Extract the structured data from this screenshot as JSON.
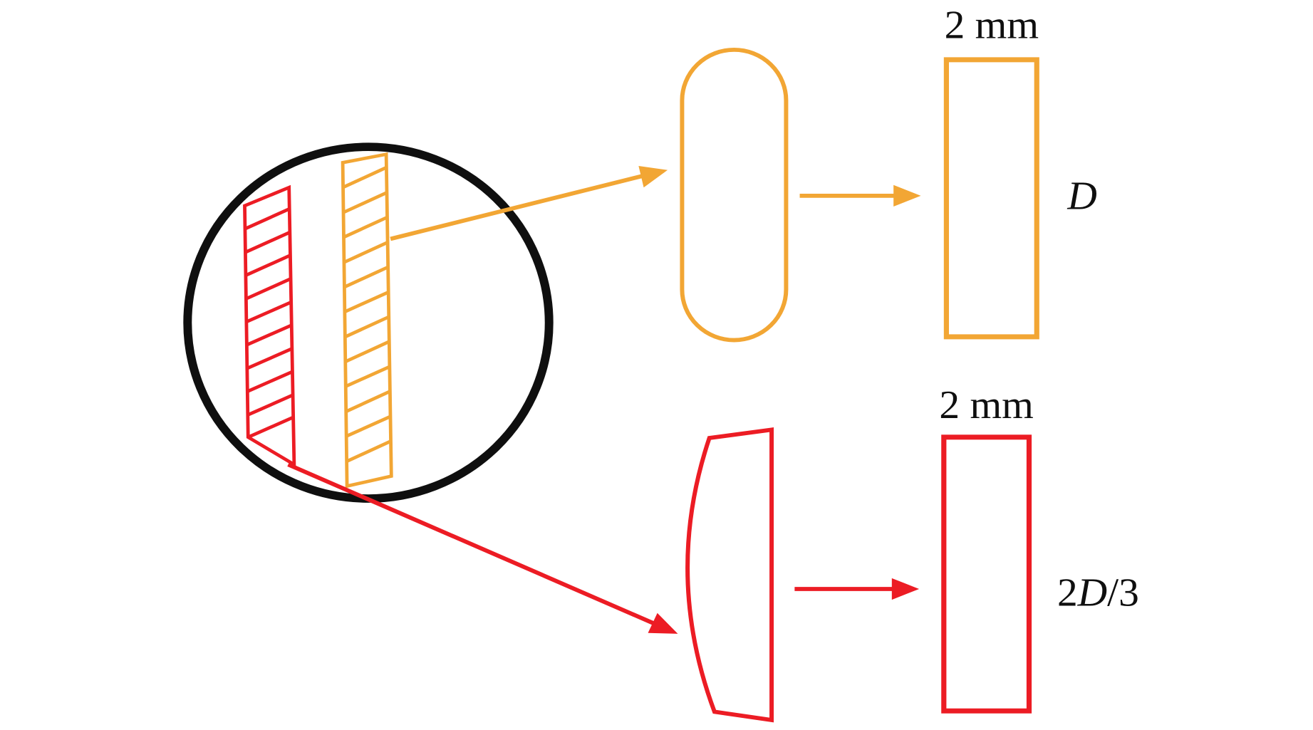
{
  "figure": {
    "colors": {
      "orange": "#F2A634",
      "red": "#EC1C24",
      "black": "#0f0f0f"
    },
    "top_branch": {
      "width_label": "2 mm",
      "height_label": "D"
    },
    "bottom_branch": {
      "width_label": "2 mm",
      "height_label_prefix": "2",
      "height_label_variable": "D",
      "height_label_suffix": "/3"
    }
  }
}
